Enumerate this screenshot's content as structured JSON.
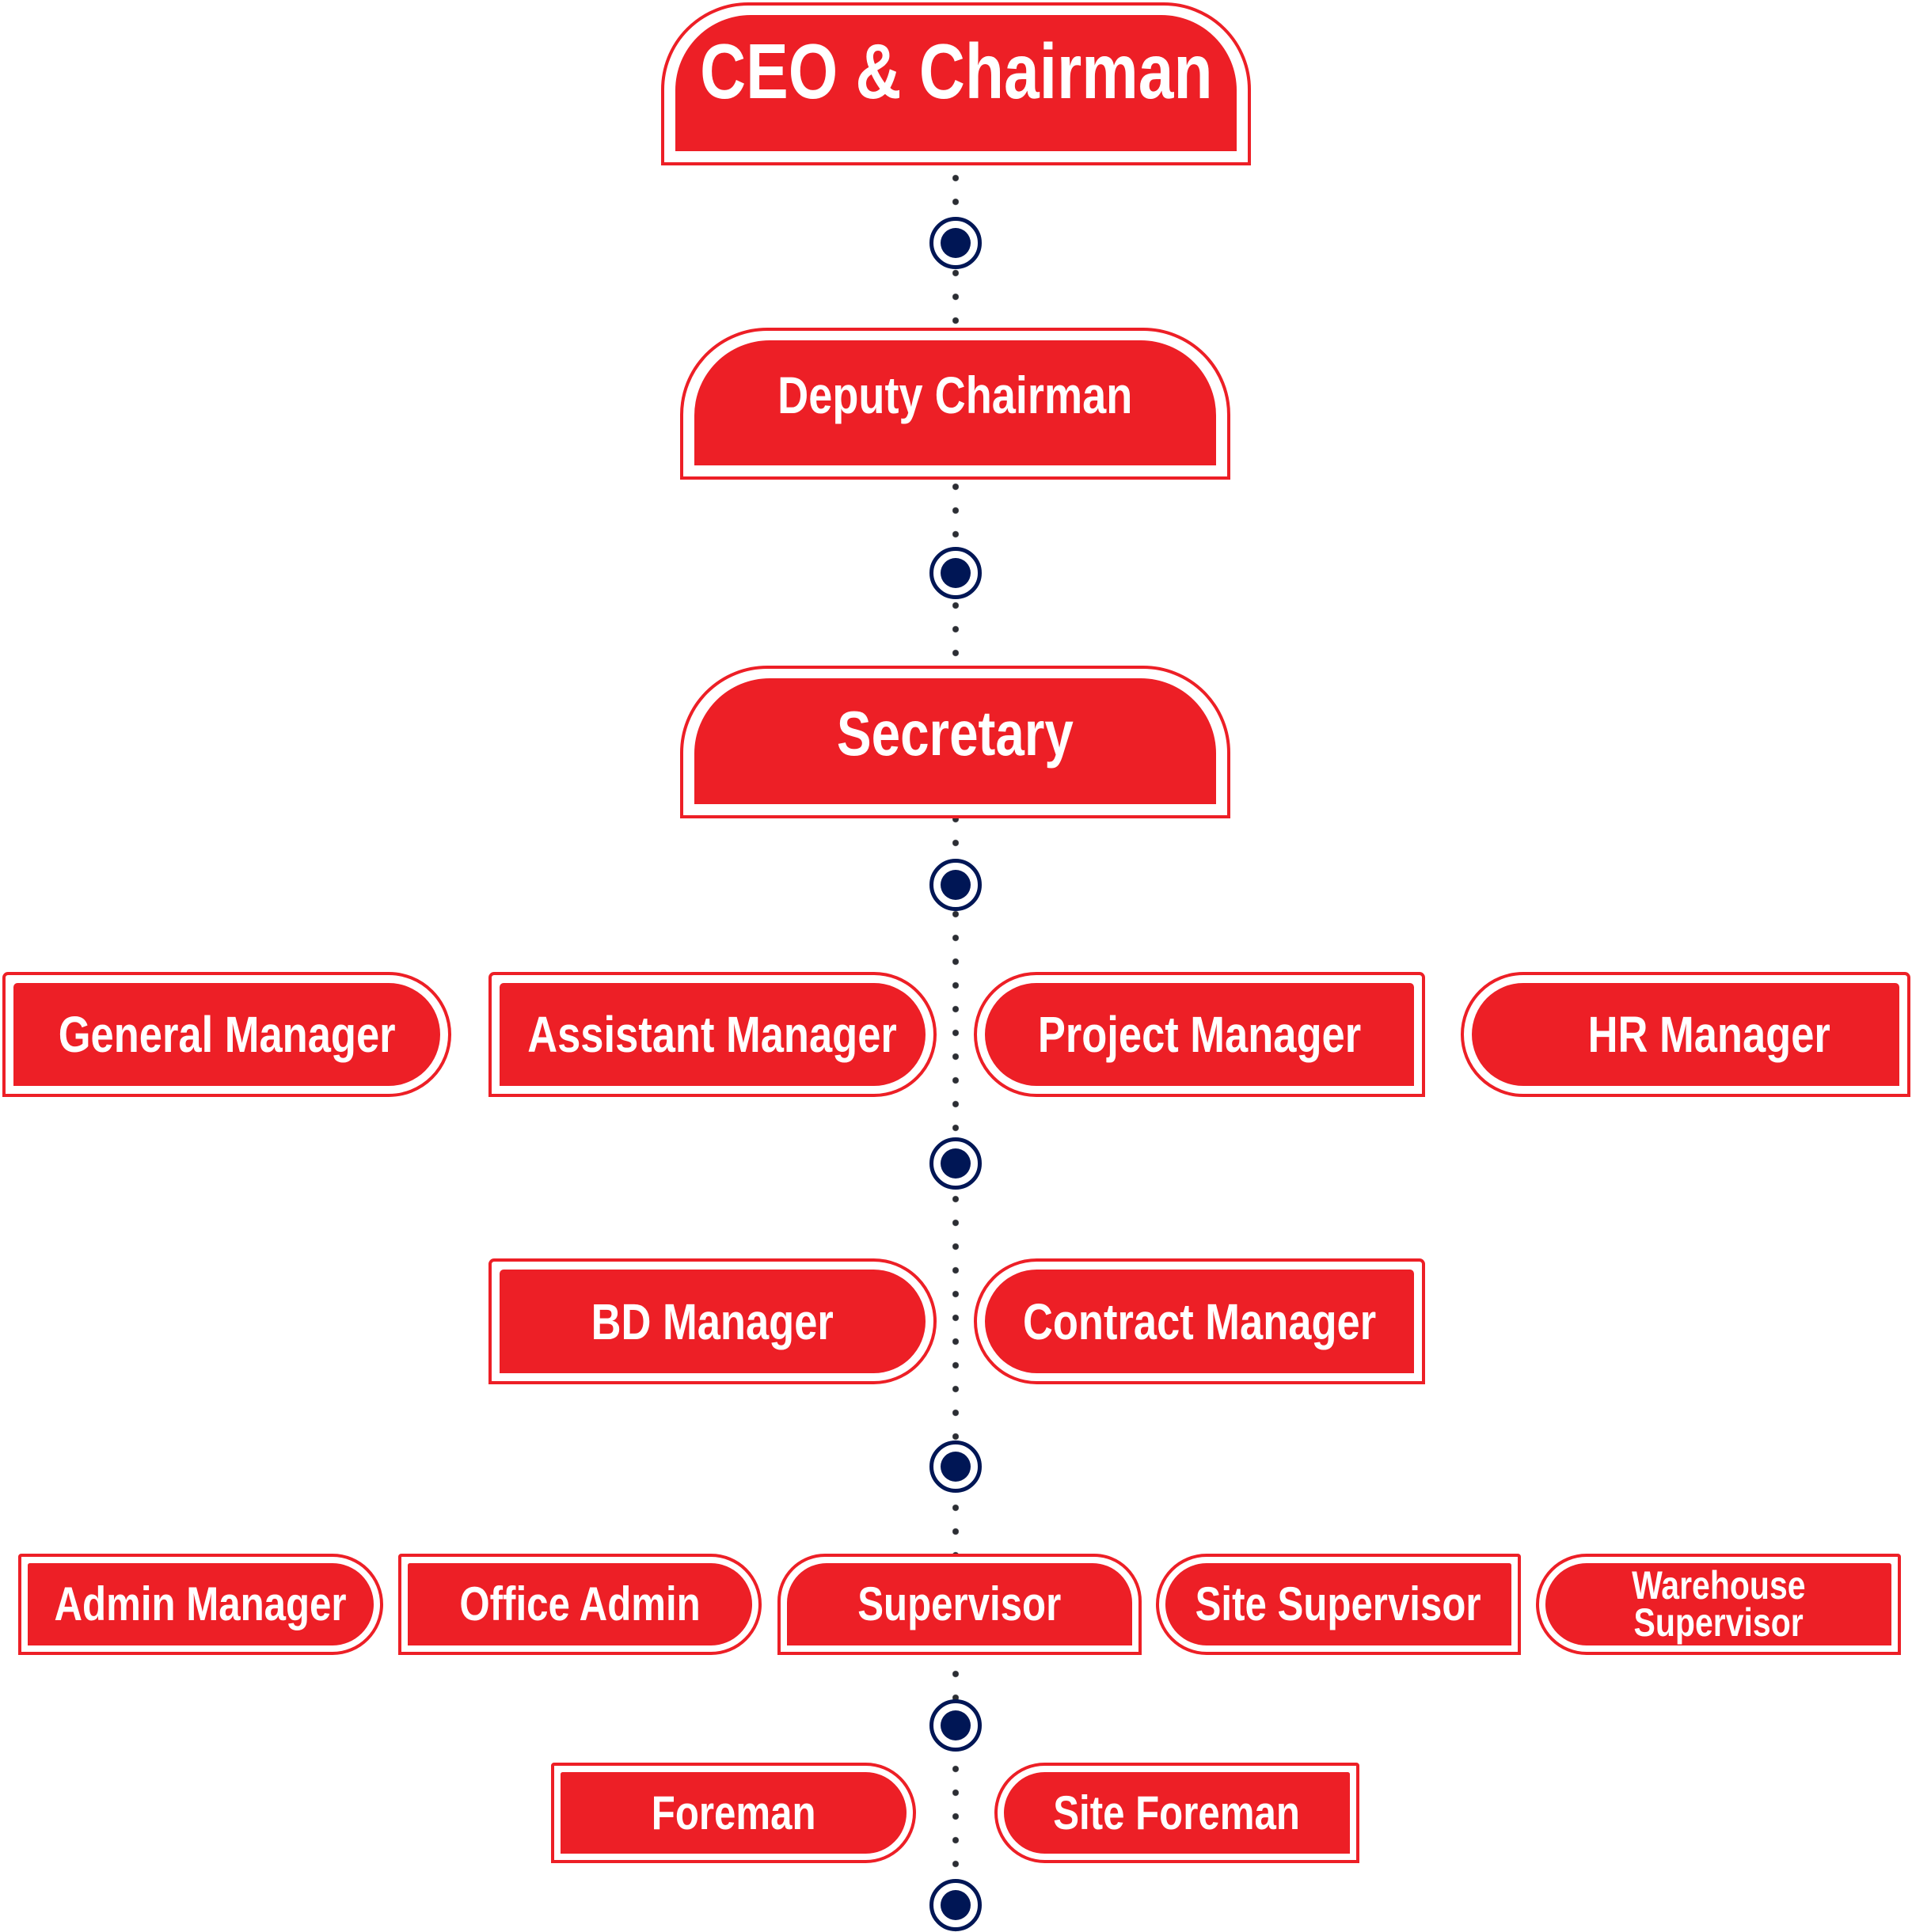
{
  "colors": {
    "box": "#ed1f26",
    "node": "#001655",
    "connector": "#2b2d33"
  },
  "roles": {
    "ceo": "CEO & Chairman",
    "deputy": "Deputy Chairman",
    "secretary": "Secretary",
    "general_manager": "General Manager",
    "assistant_manager": "Assistant Manager",
    "project_manager": "Project Manager",
    "hr_manager": "HR Manager",
    "bd_manager": "BD Manager",
    "contract_manager": "Contract Manager",
    "admin_manager": "Admin Manager",
    "office_admin": "Office Admin",
    "supervisor": "Supervisor",
    "site_supervisor": "Site Supervisor",
    "warehouse_supervisor_line1": "Warehouse",
    "warehouse_supervisor_line2": "Supervisor",
    "foreman": "Foreman",
    "site_foreman": "Site Foreman"
  }
}
